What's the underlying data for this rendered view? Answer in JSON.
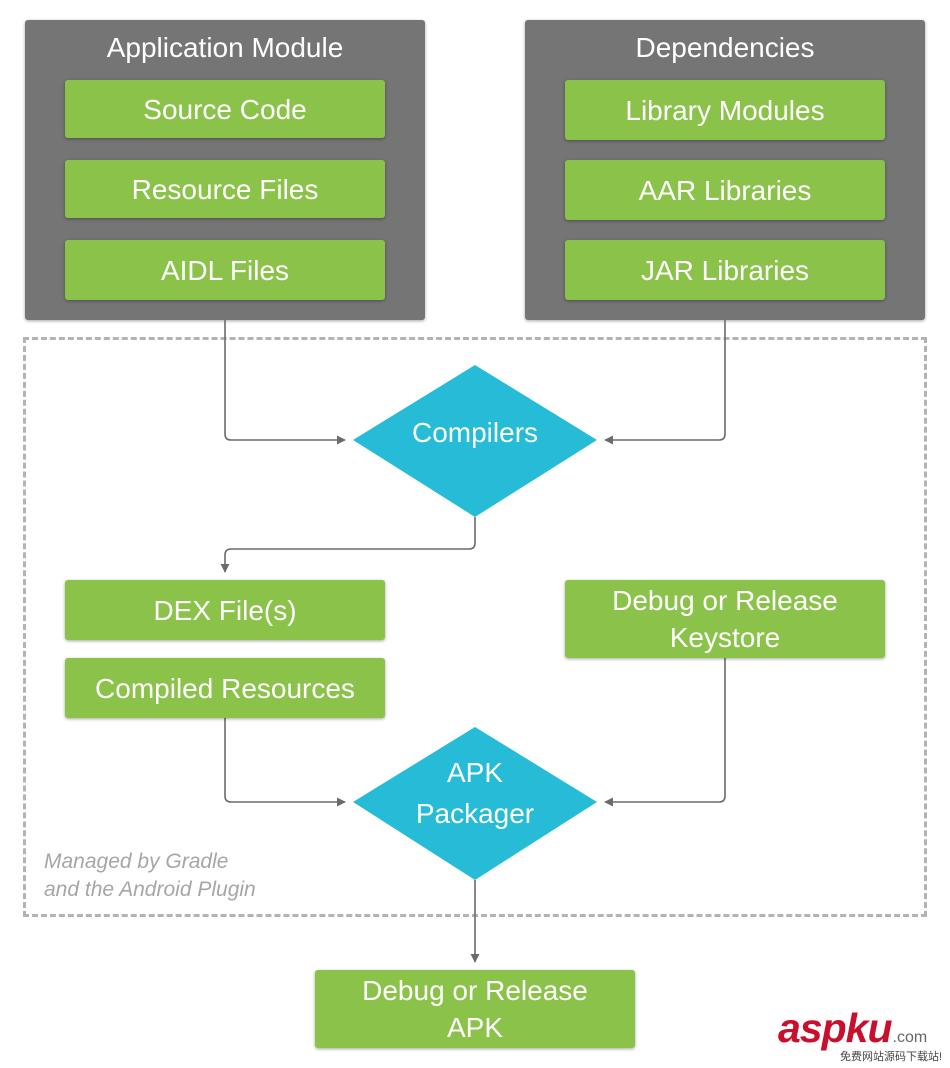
{
  "application_module": {
    "title": "Application Module",
    "items": [
      "Source Code",
      "Resource Files",
      "AIDL Files"
    ]
  },
  "dependencies": {
    "title": "Dependencies",
    "items": [
      "Library Modules",
      "AAR Libraries",
      "JAR Libraries"
    ]
  },
  "compilers": {
    "label": "Compilers"
  },
  "outputs": {
    "dex": "DEX File(s)",
    "compiled_resources": "Compiled Resources",
    "keystore": "Debug or Release\nKeystore"
  },
  "packager": {
    "label": "APK\nPackager"
  },
  "final": {
    "label": "Debug or Release\nAPK"
  },
  "managed_note": "Managed by Gradle\nand the Android Plugin",
  "watermark": {
    "brand": "aspku",
    "domain": ".com",
    "tagline": "免费网站源码下载站!"
  },
  "colors": {
    "panel": "#757575",
    "box": "#8bc34a",
    "diamond": "#26bcd7",
    "connector": "#6b6b6b",
    "dashed_border": "#b3b3b3"
  }
}
